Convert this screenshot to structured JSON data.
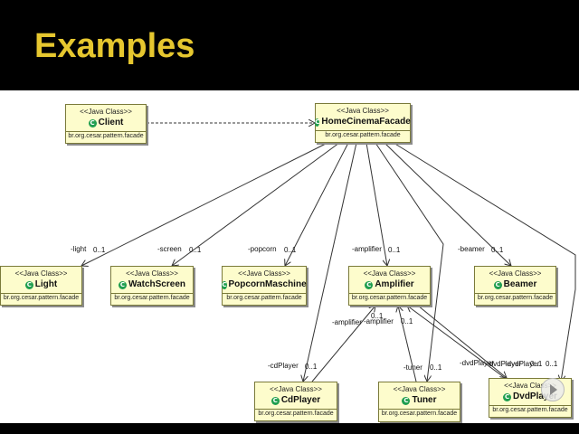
{
  "slide": {
    "title": "Examples"
  },
  "diagram": {
    "stereotype": "<<Java Class>>",
    "package": "br.org.cesar.pattern.facade",
    "classes": {
      "client": {
        "name": "Client"
      },
      "facade": {
        "name": "HomeCinemaFacade"
      },
      "light": {
        "name": "Light"
      },
      "screen": {
        "name": "WatchScreen"
      },
      "popcorn": {
        "name": "PopcornMaschine"
      },
      "amplifier": {
        "name": "Amplifier"
      },
      "beamer": {
        "name": "Beamer"
      },
      "cdplayer": {
        "name": "CdPlayer"
      },
      "tuner": {
        "name": "Tuner"
      },
      "dvdplayer": {
        "name": "DvdPlayer"
      }
    },
    "labels": {
      "light_role": "-light",
      "light_mult": "0..1",
      "screen_role": "-screen",
      "screen_mult": "0..1",
      "popcorn_role": "-popcorn",
      "popcorn_mult": "0..1",
      "amplifier_role": "-amplifier",
      "amplifier_mult": "0..1",
      "beamer_role": "-beamer",
      "beamer_mult": "0..1",
      "amp_back_role_a": "-amplifier",
      "amp_back_role_b": "-amplifier",
      "amp_back_mult_a": "0..1",
      "amp_back_mult_b": "0..1",
      "cdplayer_role": "-cdPlayer",
      "cdplayer_mult": "0..1",
      "tuner_role": "-tuner",
      "tuner_mult": "0..1",
      "dvd_role_a": "-dvdPlayer",
      "dvd_role_b": "-dvdPlayer",
      "dvd_role_c": "-dvdPlayer",
      "dvd_mult_a": "0..1",
      "dvd_mult_b": "0..1"
    },
    "icon_names": [
      "class-icon",
      "arrowhead-icon",
      "play-icon"
    ],
    "colors": {
      "header_bg": "#000000",
      "title": "#e6c72f",
      "class_fill": "#fdfccc",
      "class_icon": "#1f9e4f",
      "line": "#333333"
    }
  }
}
